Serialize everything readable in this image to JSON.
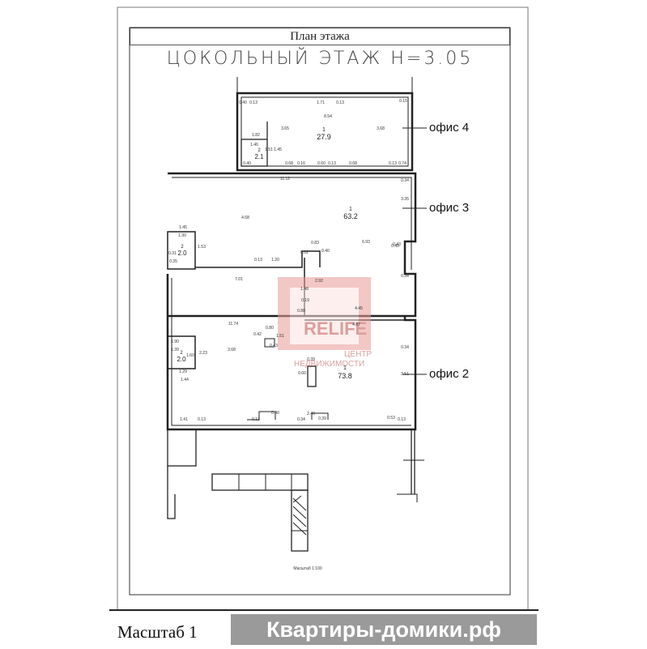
{
  "drawing": {
    "title": "План этажа",
    "floor_heading": "ЦОКОЛЬНЫЙ ЭТАЖ  H=3.05",
    "scale_note": "Масштаб 1:100"
  },
  "offices": [
    {
      "label": "офис 4"
    },
    {
      "label": "офис 3"
    },
    {
      "label": "офис 2"
    }
  ],
  "rooms": [
    {
      "number": "1",
      "area": "27.9"
    },
    {
      "number": "2",
      "area": "2.1"
    },
    {
      "number": "1",
      "area": "63.2"
    },
    {
      "number": "2",
      "area": "2.0"
    },
    {
      "number": "1",
      "area": "73.8"
    },
    {
      "number": "2",
      "area": "2.0"
    }
  ],
  "dimensions": {
    "office4": [
      "0.40",
      "0.13",
      "1.71",
      "0.13",
      "0.15",
      "8.54",
      "3.65",
      "3.68",
      "1.82",
      "1.46",
      "1.51",
      "1.45",
      "0.40",
      "0.68",
      "0.16",
      "0.60",
      "0.13",
      "0.68",
      "0.13",
      "0.74"
    ],
    "office3": [
      "11.12",
      "0.34",
      "3.35",
      "4.68",
      "1.45",
      "1.30",
      "1.53",
      "0.31",
      "0.35",
      "6.93",
      "0.83",
      "0.02",
      "0.40",
      "0.43",
      "0.40",
      "1.20",
      "0.13",
      "7.01",
      "0.34",
      "2.92",
      "1.48"
    ],
    "office2": [
      "0.19",
      "4.45",
      "0.88",
      "4.87",
      "11.74",
      "0.80",
      "0.42",
      "1.51",
      "0.43",
      "3.68",
      "2.23",
      "0.34",
      "0.60",
      "0.39",
      "1.29",
      "1.44",
      "3.51",
      "1.41",
      "0.13",
      "0.13",
      "0.40",
      "0.34",
      "2.40",
      "0.39",
      "0.53",
      "0.13",
      "1.90",
      "1.39",
      "1.60"
    ]
  },
  "watermark": {
    "logo_text": "RELIFE",
    "line1": "ЦЕНТР",
    "line2": "НЕДВИЖИМОСТИ"
  },
  "footer": {
    "scale_label": "Масштаб 1",
    "brand": "Квартиры-домики.рф"
  },
  "colors": {
    "line": "#222222",
    "watermark": "#d9534f",
    "brand_bg": "#9a9a9a"
  }
}
